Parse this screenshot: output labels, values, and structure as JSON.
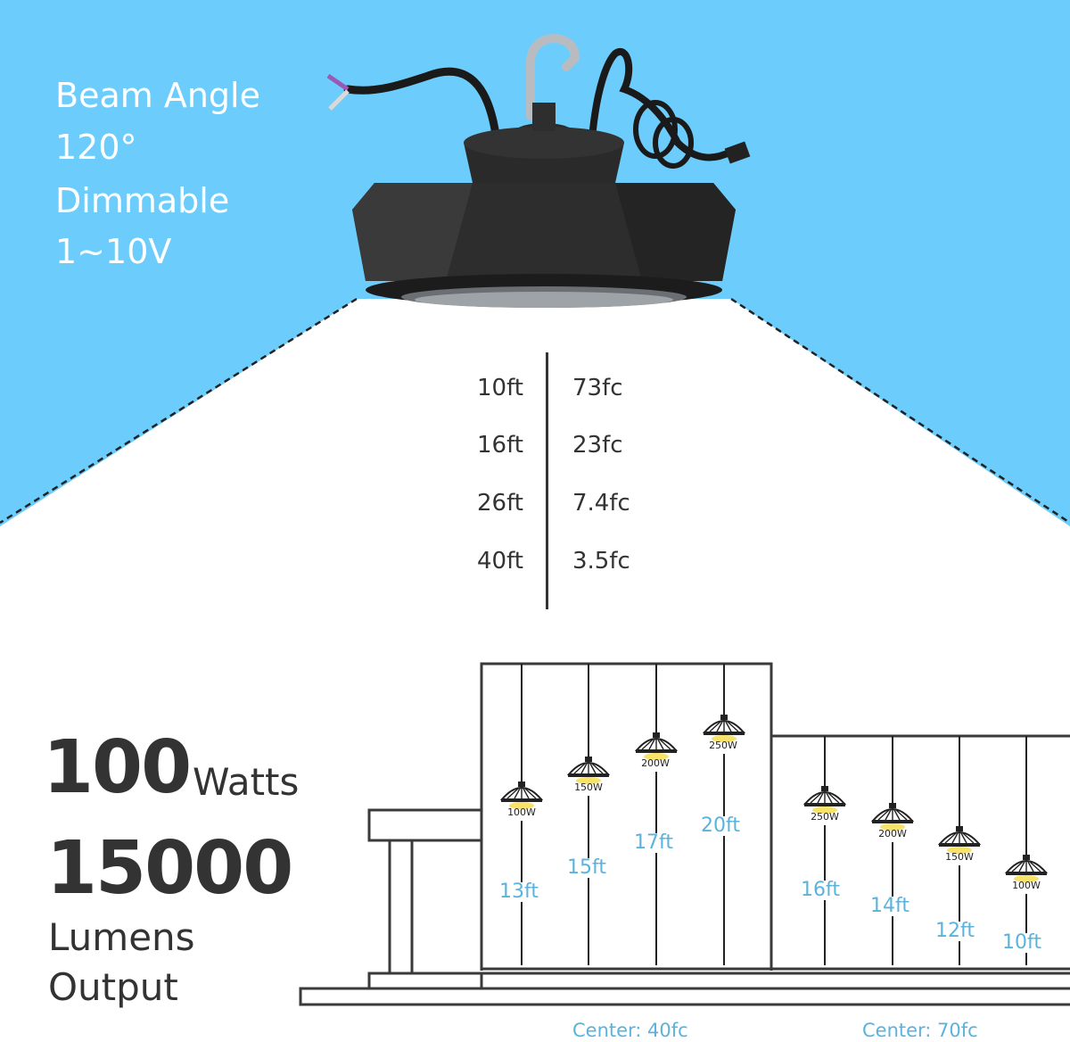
{
  "specs": {
    "beam_label": "Beam Angle",
    "beam_value": "120°",
    "dimmable_label": "Dimmable",
    "dimmable_value": "1~10V"
  },
  "illuminance_table": [
    {
      "height": "10ft",
      "footcandles": "73fc"
    },
    {
      "height": "16ft",
      "footcandles": "23fc"
    },
    {
      "height": "26ft",
      "footcandles": "7.4fc"
    },
    {
      "height": "40ft",
      "footcandles": "3.5fc"
    }
  ],
  "power": {
    "value": "100",
    "unit": "Watts"
  },
  "lumens": {
    "value": "15000",
    "unit_line1": "Lumens",
    "unit_line2": "Output"
  },
  "mounting_guide": {
    "left_group": {
      "center_label": "Center: 40fc",
      "lamps": [
        {
          "watts": "100W",
          "height": "13ft"
        },
        {
          "watts": "150W",
          "height": "15ft"
        },
        {
          "watts": "200W",
          "height": "17ft"
        },
        {
          "watts": "250W",
          "height": "20ft"
        }
      ]
    },
    "right_group": {
      "center_label": "Center: 70fc",
      "lamps": [
        {
          "watts": "250W",
          "height": "16ft"
        },
        {
          "watts": "200W",
          "height": "14ft"
        },
        {
          "watts": "150W",
          "height": "12ft"
        },
        {
          "watts": "100W",
          "height": "10ft"
        }
      ]
    }
  },
  "colors": {
    "sky_blue": "#6ccdfc",
    "text_dark": "#333333",
    "accent_blue": "#5bb3dd",
    "lamp_glow": "#f7e36a"
  }
}
